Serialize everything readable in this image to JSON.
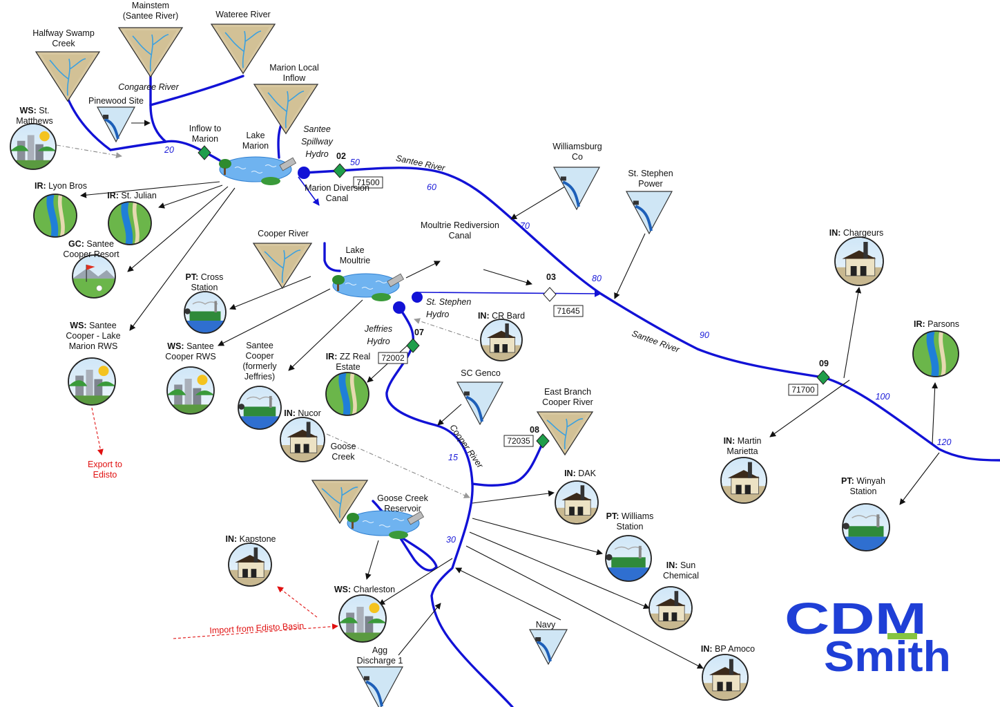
{
  "basins": [
    {
      "id": "halfway",
      "label": "Halfway  Swamp\nCreek"
    },
    {
      "id": "mainstem",
      "label": "Mainstem\n(Santee River)"
    },
    {
      "id": "wateree",
      "label": "Wateree River"
    },
    {
      "id": "marion_local",
      "label": "Marion Local\nInflow"
    },
    {
      "id": "cooper_river_in",
      "label": "Cooper River"
    },
    {
      "id": "east_branch",
      "label": "East Branch\nCooper River"
    },
    {
      "id": "goose_creek_basin",
      "label": "Goose\nCreek"
    }
  ],
  "discharges": [
    {
      "id": "pinewood",
      "label": "Pinewood Site"
    },
    {
      "id": "williamsburg",
      "label": "Williamsburg\nCo"
    },
    {
      "id": "st_stephen_power",
      "label": "St. Stephen\nPower"
    },
    {
      "id": "sc_genco",
      "label": "SC Genco"
    },
    {
      "id": "navy",
      "label": "Navy"
    },
    {
      "id": "agg_discharge",
      "label": "Agg\nDischarge 1"
    }
  ],
  "users": [
    {
      "id": "st_matthews",
      "prefix": "WS:",
      "label": "St.\nMatthews",
      "kind": "ws"
    },
    {
      "id": "lyon_bros",
      "prefix": "IR:",
      "label": "Lyon Bros",
      "kind": "ir"
    },
    {
      "id": "st_julian",
      "prefix": "IR:",
      "label": "St. Julian",
      "kind": "ir"
    },
    {
      "id": "santee_resort",
      "prefix": "GC:",
      "label": "Santee\nCooper Resort",
      "kind": "gc"
    },
    {
      "id": "santee_lake_marion_rws",
      "prefix": "WS:",
      "label": "Santee\nCooper - Lake\nMarion RWS",
      "kind": "ws"
    },
    {
      "id": "cross_station",
      "prefix": "PT:",
      "label": "Cross\nStation",
      "kind": "pt"
    },
    {
      "id": "santee_rws",
      "prefix": "WS:",
      "label": "Santee\nCooper RWS",
      "kind": "ws"
    },
    {
      "id": "santee_jeffries",
      "prefix": "",
      "label": "Santee\nCooper\n(formerly\nJeffries)",
      "kind": "pt"
    },
    {
      "id": "zz_real_estate",
      "prefix": "IR:",
      "label": "ZZ Real\nEstate",
      "kind": "ir"
    },
    {
      "id": "cr_bard",
      "prefix": "IN:",
      "label": "CR Bard",
      "kind": "in"
    },
    {
      "id": "nucor",
      "prefix": "IN:",
      "label": "Nucor",
      "kind": "in"
    },
    {
      "id": "kapstone",
      "prefix": "IN:",
      "label": "Kapstone",
      "kind": "in"
    },
    {
      "id": "charleston",
      "prefix": "WS:",
      "label": "Charleston",
      "kind": "ws"
    },
    {
      "id": "dak",
      "prefix": "IN:",
      "label": "DAK",
      "kind": "in"
    },
    {
      "id": "williams_station",
      "prefix": "PT:",
      "label": "Williams\nStation",
      "kind": "pt"
    },
    {
      "id": "sun_chemical",
      "prefix": "IN:",
      "label": "Sun\nChemical",
      "kind": "in"
    },
    {
      "id": "bp_amoco",
      "prefix": "IN:",
      "label": "BP Amoco",
      "kind": "in"
    },
    {
      "id": "chargeurs",
      "prefix": "IN:",
      "label": "Chargeurs",
      "kind": "in"
    },
    {
      "id": "parsons",
      "prefix": "IR:",
      "label": "Parsons",
      "kind": "ir"
    },
    {
      "id": "martin_marietta",
      "prefix": "IN:",
      "label": "Martin\nMarietta",
      "kind": "in"
    },
    {
      "id": "winyah_station",
      "prefix": "PT:",
      "label": "Winyah\nStation",
      "kind": "pt"
    }
  ],
  "canals": [
    {
      "id": "marion_diversion",
      "label": "Marion Diversion\nCanal"
    },
    {
      "id": "moultrie_rediversion",
      "label": "Moultrie Rediversion\nCanal"
    }
  ],
  "reservoirs": [
    {
      "id": "lake_marion",
      "label": "Lake\nMarion"
    },
    {
      "id": "lake_moultrie",
      "label": "Lake\nMoultrie"
    },
    {
      "id": "goose_creek_res",
      "label": "Goose Creek\nReservoir"
    }
  ],
  "hydro": [
    {
      "id": "santee_spillway",
      "label": "Santee\nSpillway\nHydro"
    },
    {
      "id": "st_stephen_hydro",
      "label": "St. Stephen\nHydro"
    },
    {
      "id": "jeffries_hydro",
      "label": "Jeffries\nHydro"
    }
  ],
  "gauges": [
    {
      "id": "inflow_marion",
      "label": "Inflow to\nMarion",
      "node": "",
      "code": ""
    },
    {
      "id": "g02",
      "label": "",
      "node": "02",
      "code": "71500"
    },
    {
      "id": "g03",
      "label": "",
      "node": "03",
      "code": "71645"
    },
    {
      "id": "g07",
      "label": "",
      "node": "07",
      "code": "72002"
    },
    {
      "id": "g08",
      "label": "",
      "node": "08",
      "code": "72035"
    },
    {
      "id": "g09",
      "label": "",
      "node": "09",
      "code": "71700"
    }
  ],
  "river_labels": [
    {
      "id": "congaree",
      "text": "Congaree River"
    },
    {
      "id": "santee_upper",
      "text": "Santee River"
    },
    {
      "id": "santee_lower",
      "text": "Santee River"
    },
    {
      "id": "cooper",
      "text": "Cooper  River"
    }
  ],
  "river_miles": [
    {
      "id": "m20",
      "text": "20"
    },
    {
      "id": "m50",
      "text": "50"
    },
    {
      "id": "m60",
      "text": "60"
    },
    {
      "id": "m70",
      "text": "70"
    },
    {
      "id": "m80",
      "text": "80"
    },
    {
      "id": "m90",
      "text": "90"
    },
    {
      "id": "m100",
      "text": "100"
    },
    {
      "id": "m120",
      "text": "120"
    },
    {
      "id": "m15",
      "text": "15"
    },
    {
      "id": "m30",
      "text": "30"
    }
  ],
  "transfers": [
    {
      "id": "export_edisto",
      "text": "Export to\nEdisto"
    },
    {
      "id": "import_edisto",
      "text": "Import from Edisto Basin"
    }
  ],
  "logo": {
    "line1": "CDM",
    "line2": "Smith"
  },
  "colors": {
    "river": "#1212d6",
    "gauge": "#1f9e4a",
    "logo": "#1f3fd6",
    "logo_accent": "#86c440",
    "transfer": "#e01010"
  }
}
